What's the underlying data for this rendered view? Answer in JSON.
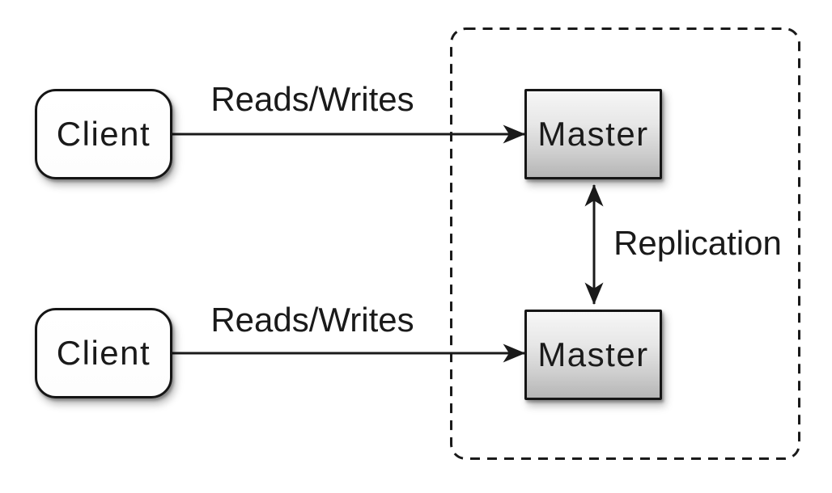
{
  "diagram": {
    "type": "architecture-diagram",
    "nodes": {
      "client_top": {
        "label": "Client"
      },
      "client_bottom": {
        "label": "Client"
      },
      "master_top": {
        "label": "Master"
      },
      "master_bottom": {
        "label": "Master"
      }
    },
    "edges": {
      "reads_writes_top": {
        "label": "Reads/Writes",
        "from": "client_top",
        "to": "master_top",
        "direction": "one-way"
      },
      "reads_writes_bottom": {
        "label": "Reads/Writes",
        "from": "client_bottom",
        "to": "master_bottom",
        "direction": "one-way"
      },
      "replication": {
        "label": "Replication",
        "from": "master_top",
        "to": "master_bottom",
        "direction": "two-way"
      }
    },
    "boundary": {
      "style": "dashed-rounded-rect",
      "encloses": [
        "master_top",
        "master_bottom"
      ]
    },
    "colors": {
      "stroke": "#1a1a1a",
      "background": "#ffffff",
      "client_fill": "#ffffff",
      "master_fill_top": "#f6f6f6",
      "master_fill_bottom": "#b5b5b5"
    }
  }
}
